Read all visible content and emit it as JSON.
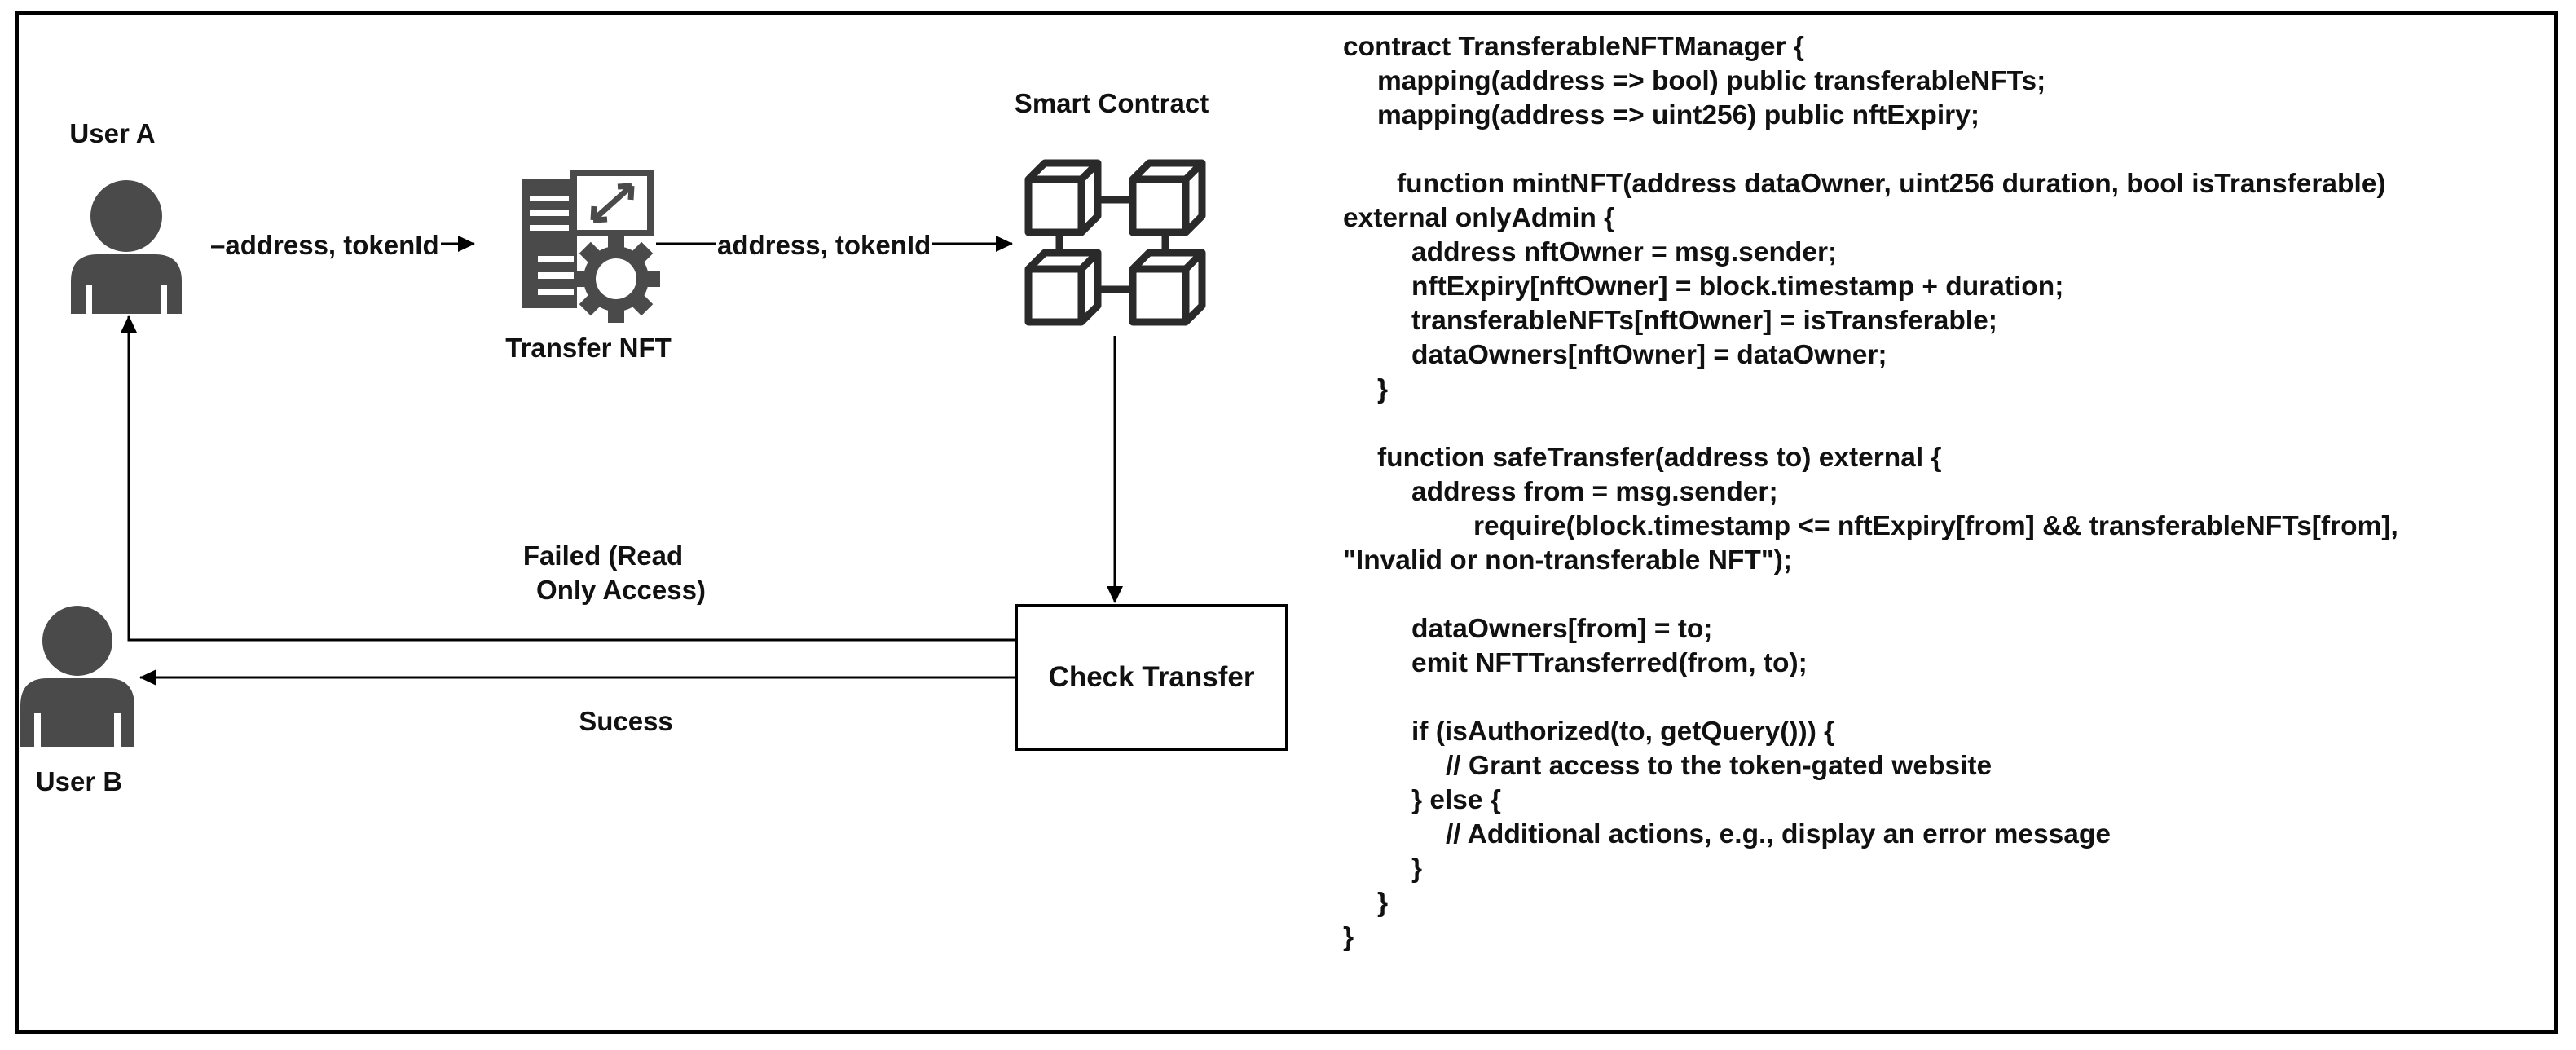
{
  "diagram": {
    "nodes": {
      "user_a": "User A",
      "user_b": "User B",
      "transfer_nft": "Transfer NFT",
      "smart_contract": "Smart Contract",
      "check_transfer": "Check Transfer"
    },
    "edges": {
      "user_a_to_transfer": "–address, tokenId",
      "transfer_to_contract": "address, tokenId",
      "failed_line1": "Failed (Read",
      "failed_line2": "Only Access)",
      "success": "Sucess"
    },
    "colors": {
      "icon": "#4a4a4a",
      "line": "#000000"
    }
  },
  "code": {
    "lines": [
      "contract TransferableNFTManager {",
      "mapping(address => bool) public transferableNFTs;",
      "mapping(address => uint256) public nftExpiry;",
      "",
      "function mintNFT(address dataOwner, uint256 duration, bool isTransferable)",
      "external onlyAdmin {",
      "address nftOwner = msg.sender;",
      "nftExpiry[nftOwner] = block.timestamp + duration;",
      "transferableNFTs[nftOwner] = isTransferable;",
      "dataOwners[nftOwner] = dataOwner;",
      "}",
      "",
      "function safeTransfer(address to) external {",
      "address from = msg.sender;",
      "require(block.timestamp <= nftExpiry[from] && transferableNFTs[from],",
      "\"Invalid or non-transferable NFT\");",
      "",
      "dataOwners[from] = to;",
      "emit NFTTransferred(from, to);",
      "",
      "if (isAuthorized(to, getQuery())) {",
      "// Grant access to the token-gated website",
      "} else {",
      "// Additional actions, e.g., display an error message",
      "}",
      "}",
      "}"
    ]
  }
}
